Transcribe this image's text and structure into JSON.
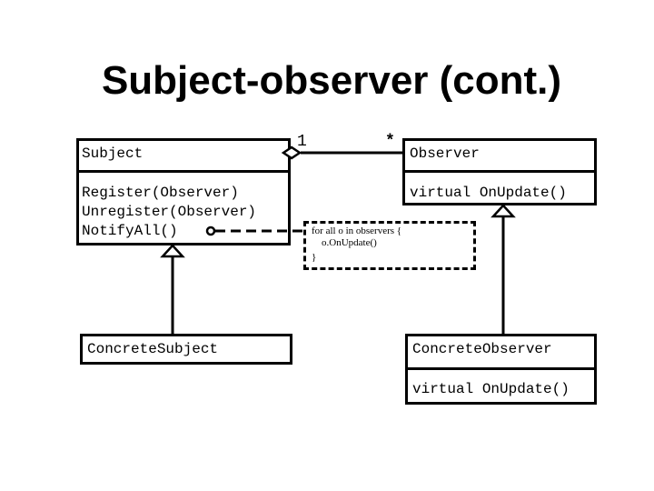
{
  "title": "Subject-observer (cont.)",
  "subject": {
    "name": "Subject",
    "methods": [
      "Register(Observer)",
      "Unregister(Observer)",
      "NotifyAll()"
    ]
  },
  "observer": {
    "name": "Observer",
    "methods": [
      "virtual OnUpdate()"
    ]
  },
  "concrete_subject": {
    "name": "ConcreteSubject"
  },
  "concrete_observer": {
    "name": "ConcreteObserver",
    "methods": [
      "virtual OnUpdate()"
    ]
  },
  "association": {
    "subject_multiplicity": "1",
    "observer_multiplicity": "*"
  },
  "note": {
    "lines": [
      "for all o in observers {",
      "    o.OnUpdate()",
      "}"
    ]
  }
}
